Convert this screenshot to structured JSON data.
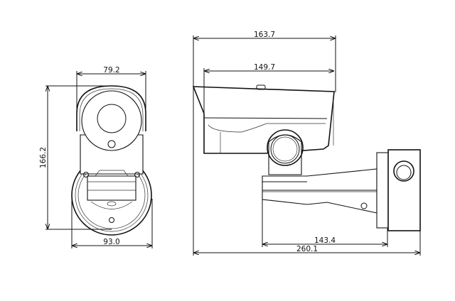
{
  "drawing": {
    "front_view": {
      "dimensions": {
        "top_width": "79.2",
        "height": "166.2",
        "base_width": "93.0"
      }
    },
    "side_view": {
      "dimensions": {
        "overall_housing": "163.7",
        "housing_body": "149.7",
        "bracket_length": "143.4",
        "overall_length": "260.1"
      }
    },
    "line_color": "#111111",
    "background": "#ffffff"
  }
}
